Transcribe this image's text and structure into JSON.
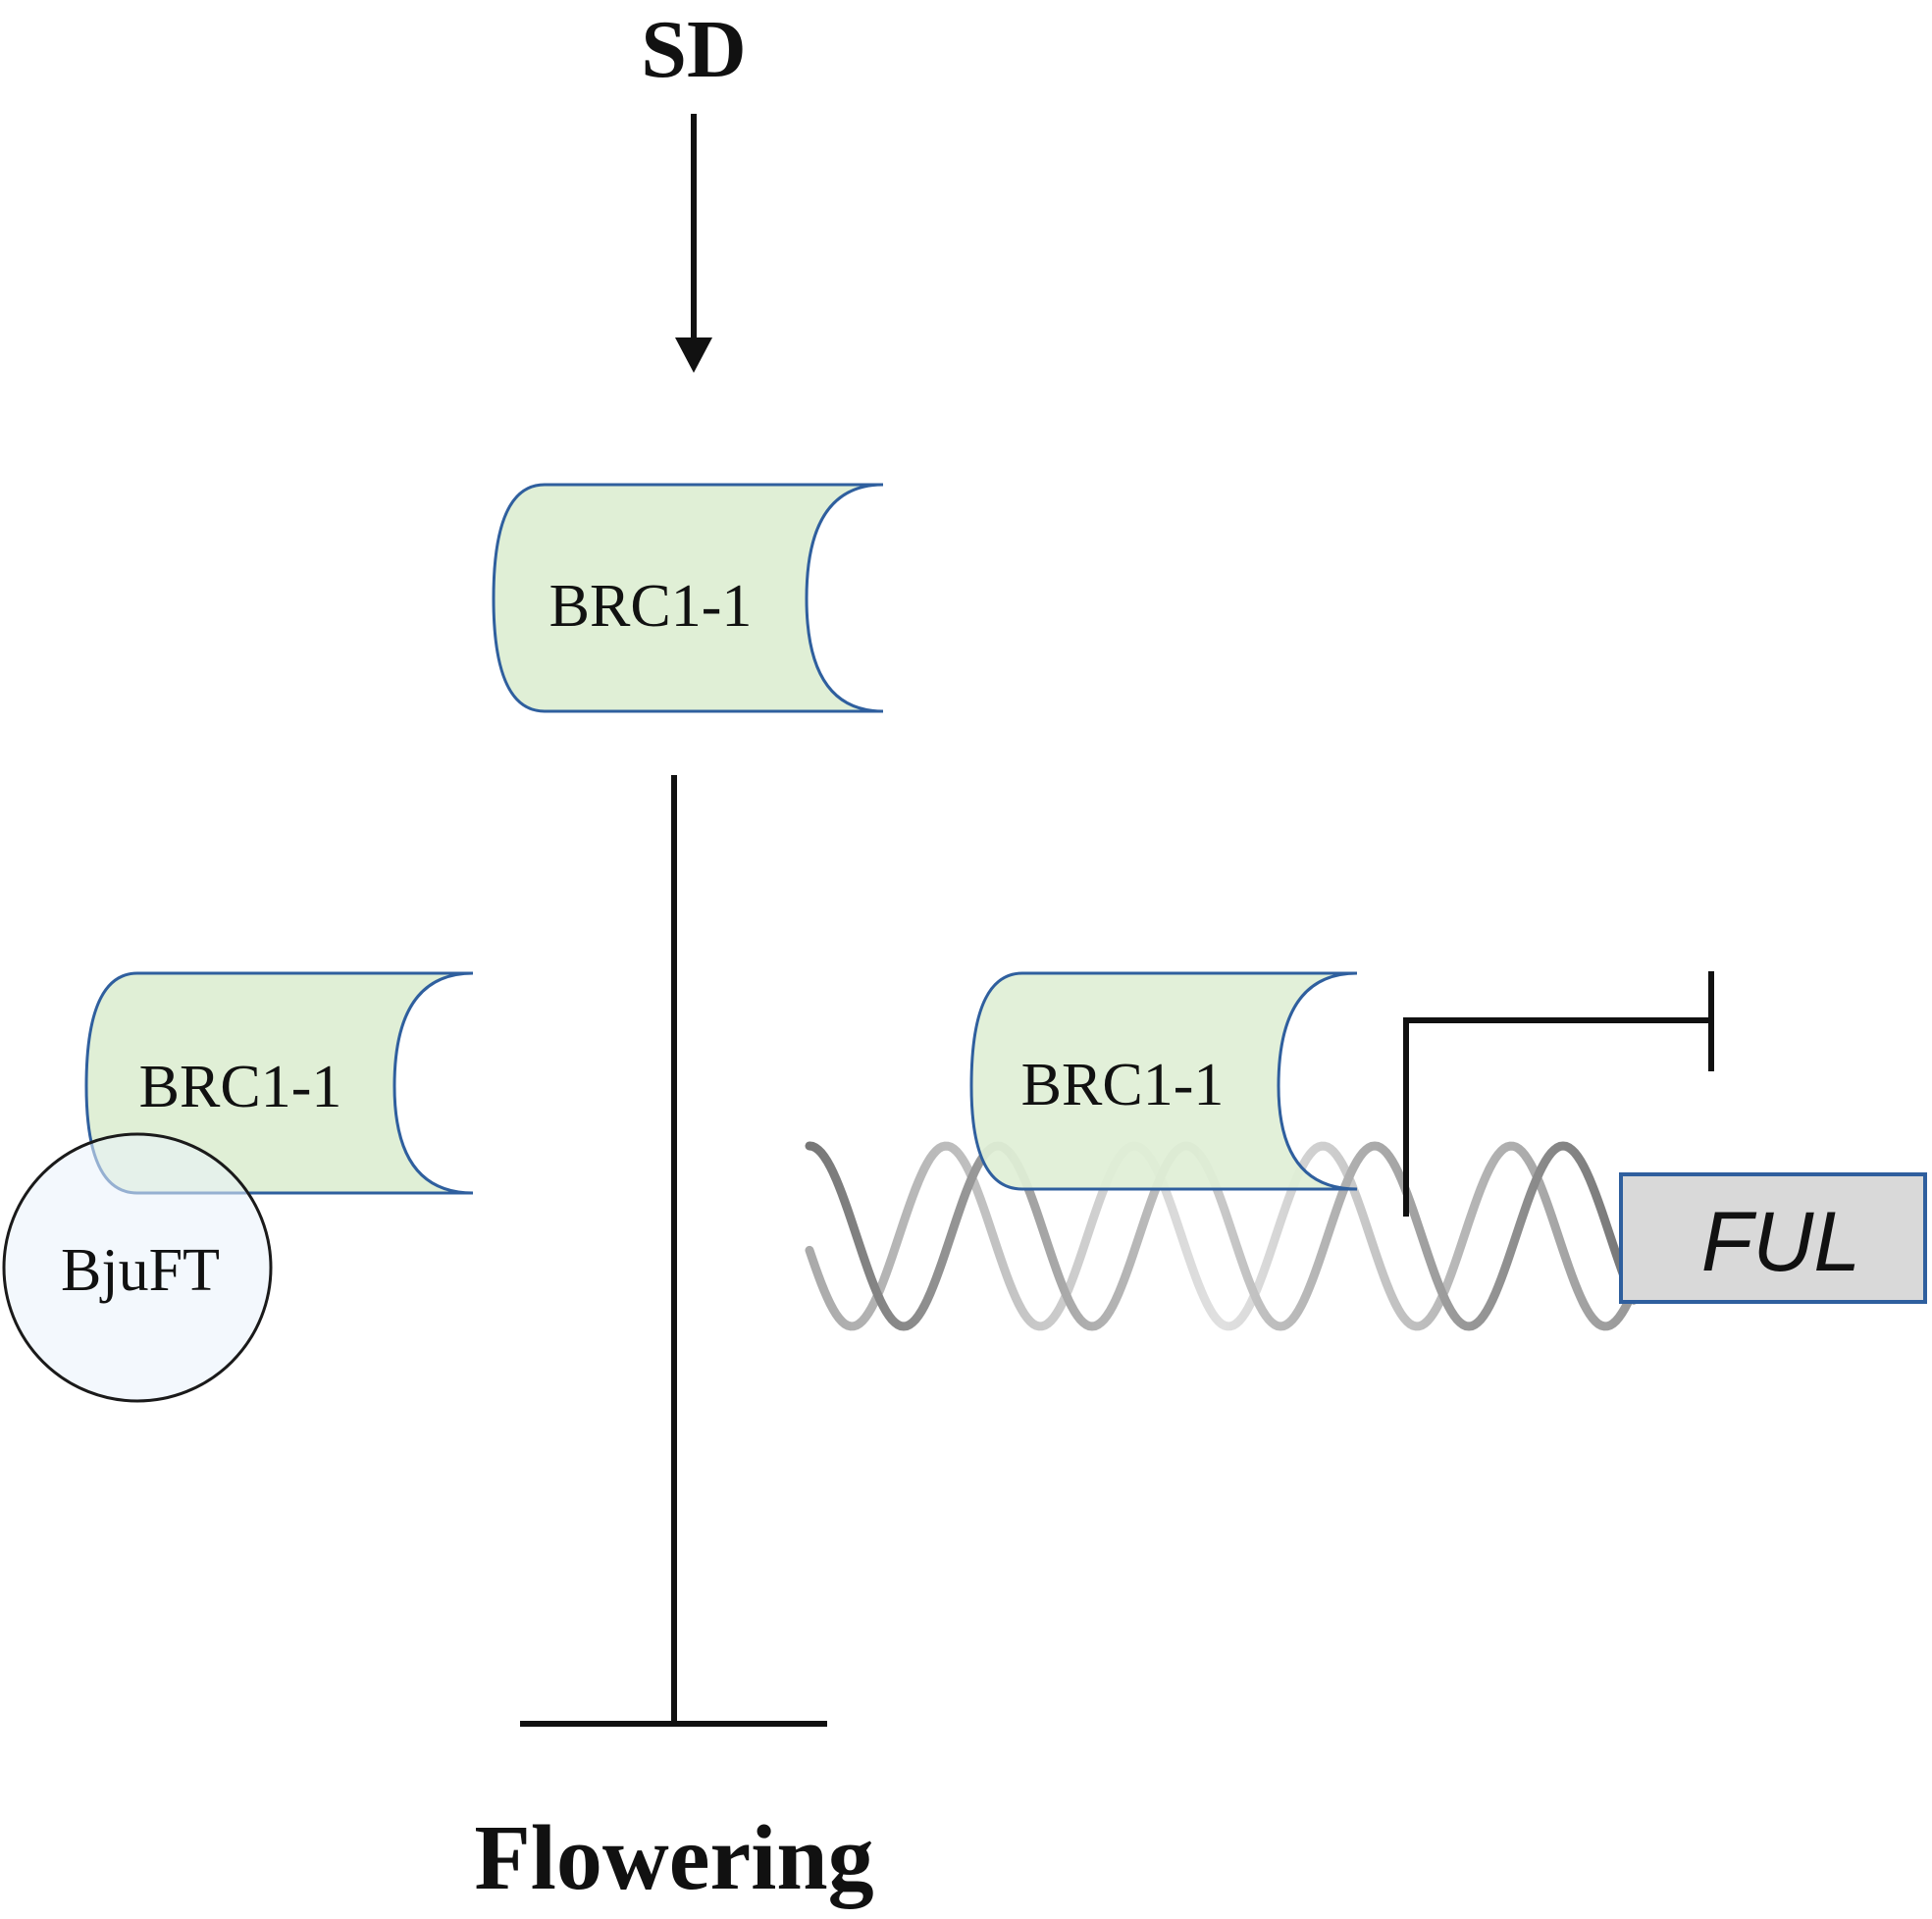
{
  "labels": {
    "signal": "SD",
    "outcome": "Flowering",
    "protein_top": "BRC1-1",
    "protein_left": "BRC1-1",
    "partner": "BjuFT",
    "protein_right": "BRC1-1",
    "gene": "FUL"
  },
  "colors": {
    "protein_fill": "#e0efd6",
    "protein_stroke": "#2f5f9e",
    "partner_fill": "#eaf2fb",
    "partner_stroke": "#1a1a1a",
    "gene_fill": "#d9d9d9",
    "gene_stroke": "#2f5f9e",
    "line": "#111111",
    "dna_strand": "#8c8c8c"
  }
}
